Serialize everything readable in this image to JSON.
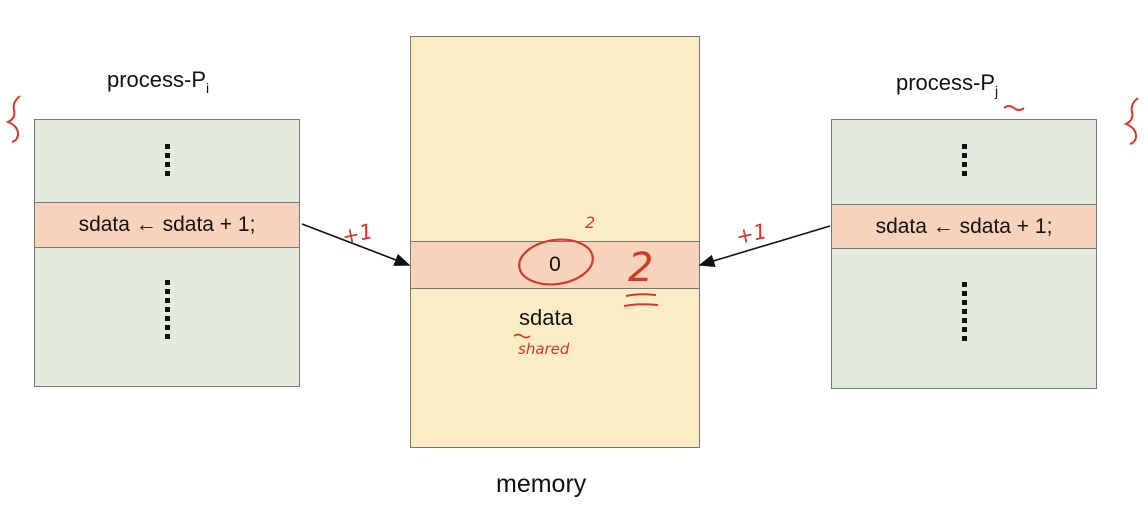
{
  "process_i": {
    "title": "process-P",
    "subscript": "i",
    "statement": "sdata ← sdata + 1;"
  },
  "process_j": {
    "title": "process-P",
    "subscript": "j",
    "statement": "sdata ← sdata + 1;"
  },
  "memory": {
    "label": "memory",
    "cell_value": "0",
    "cell_label": "sdata"
  },
  "annotations": {
    "plus_left": "+1",
    "plus_right": "+1",
    "result": "2",
    "superscript": "2",
    "shared": "shared"
  },
  "colors": {
    "process_box": "#e3ecdc",
    "highlight_row": "#f6d3ba",
    "memory_box": "#faedc6",
    "ink": "#d23a2a"
  }
}
